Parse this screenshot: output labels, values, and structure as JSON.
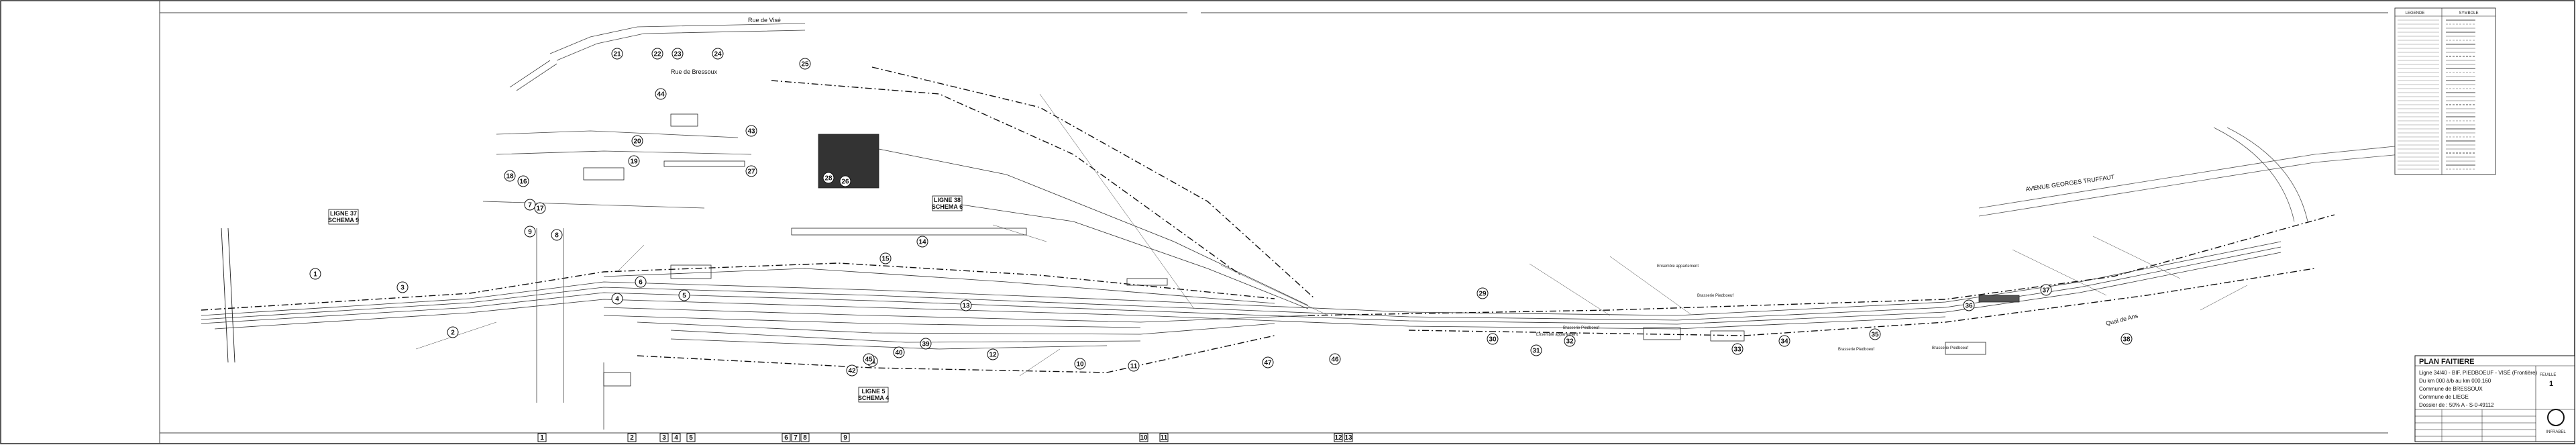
{
  "drawing": {
    "section_boxes": [
      {
        "line1": "LIGNE 37",
        "line2": "SCHEMA 9"
      },
      {
        "line1": "LIGNE 38",
        "line2": "SCHEMA 6"
      },
      {
        "line1": "LIGNE 5",
        "line2": "SCHEMA 4"
      }
    ],
    "street_labels": [
      {
        "text": "Rue de Visé"
      },
      {
        "text": "Rue de Bressoux"
      },
      {
        "text": "AVENUE GEORGES TRUFFAUT"
      },
      {
        "text": "Quai de Ans"
      }
    ],
    "building_labels": [
      {
        "text": "Brasserie Piedboeuf"
      },
      {
        "text": "Brasserie Piedboeuf"
      },
      {
        "text": "Brasserie Piedboeuf"
      },
      {
        "text": "Ensemble appartement"
      },
      {
        "text": "Ensemble appartement"
      },
      {
        "text": "Brasserie Piedboeuf"
      }
    ],
    "zone_markers": [
      "1",
      "2",
      "3",
      "4",
      "5",
      "6",
      "7",
      "8",
      "9",
      "10",
      "11",
      "12",
      "13",
      "14",
      "15",
      "16",
      "17",
      "18",
      "19",
      "20",
      "21",
      "22",
      "23",
      "24",
      "25",
      "26",
      "27",
      "28",
      "29",
      "30",
      "31",
      "32",
      "33",
      "34",
      "35",
      "36",
      "37",
      "38",
      "39",
      "40",
      "41",
      "42",
      "43",
      "44",
      "45",
      "46",
      "47"
    ],
    "bottom_markers": [
      "1",
      "2",
      "3",
      "4",
      "5",
      "6",
      "7",
      "8",
      "9",
      "10",
      "11",
      "12",
      "13"
    ]
  },
  "title_block": {
    "title": "PLAN FAITIERE",
    "lines": [
      "Ligne 34/40 - BIF. PIEDBOEUF - VISÉ (Frontière)",
      "Du km 000 à/b au km 000.160",
      "Commune de BRESSOUX",
      "Commune de LIEGE",
      "Dossier de : 50% A - S-0-49112"
    ],
    "sheet_label": "FEUILLE",
    "sheet_number": "1",
    "logo_text": "INFRABEL"
  },
  "legend_table": {
    "header_left": "LEGENDE",
    "header_right": "SYMBOLE",
    "rows": 38
  }
}
